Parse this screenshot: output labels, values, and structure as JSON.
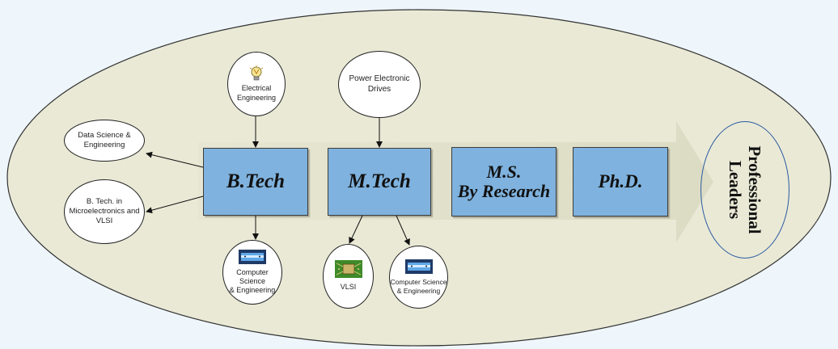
{
  "diagram": {
    "stages": {
      "btech": "B.Tech",
      "mtech": "M.Tech",
      "ms_line1": "M.S.",
      "ms_line2": "By Research",
      "phd": "Ph.D."
    },
    "outcome": {
      "line1": "Professional",
      "line2": "Leaders"
    },
    "btech_programs": {
      "electrical_line1": "Electrical",
      "electrical_line2": "Engineering",
      "data_science_line1": "Data Science &",
      "data_science_line2": "Engineering",
      "microelectronics_line1": "B. Tech. in",
      "microelectronics_line2": "Microelectronics and",
      "microelectronics_line3": "VLSI",
      "cse_line1": "Computer Science",
      "cse_line2": "& Engineering"
    },
    "mtech_programs": {
      "ped_line1": "Power Electronic",
      "ped_line2": "Drives",
      "vlsi": "VLSI",
      "cse_line1": "Computer Science",
      "cse_line2": "& Engineering"
    },
    "icons": [
      "lightbulb-icon",
      "server-icon",
      "chip-icon"
    ],
    "colors": {
      "stage_box": "#7fb2de",
      "big_arrow": "#e7e7d3",
      "outer_ellipse": "#e9e9d6",
      "leaders_ring": "#2c5aa0"
    }
  }
}
